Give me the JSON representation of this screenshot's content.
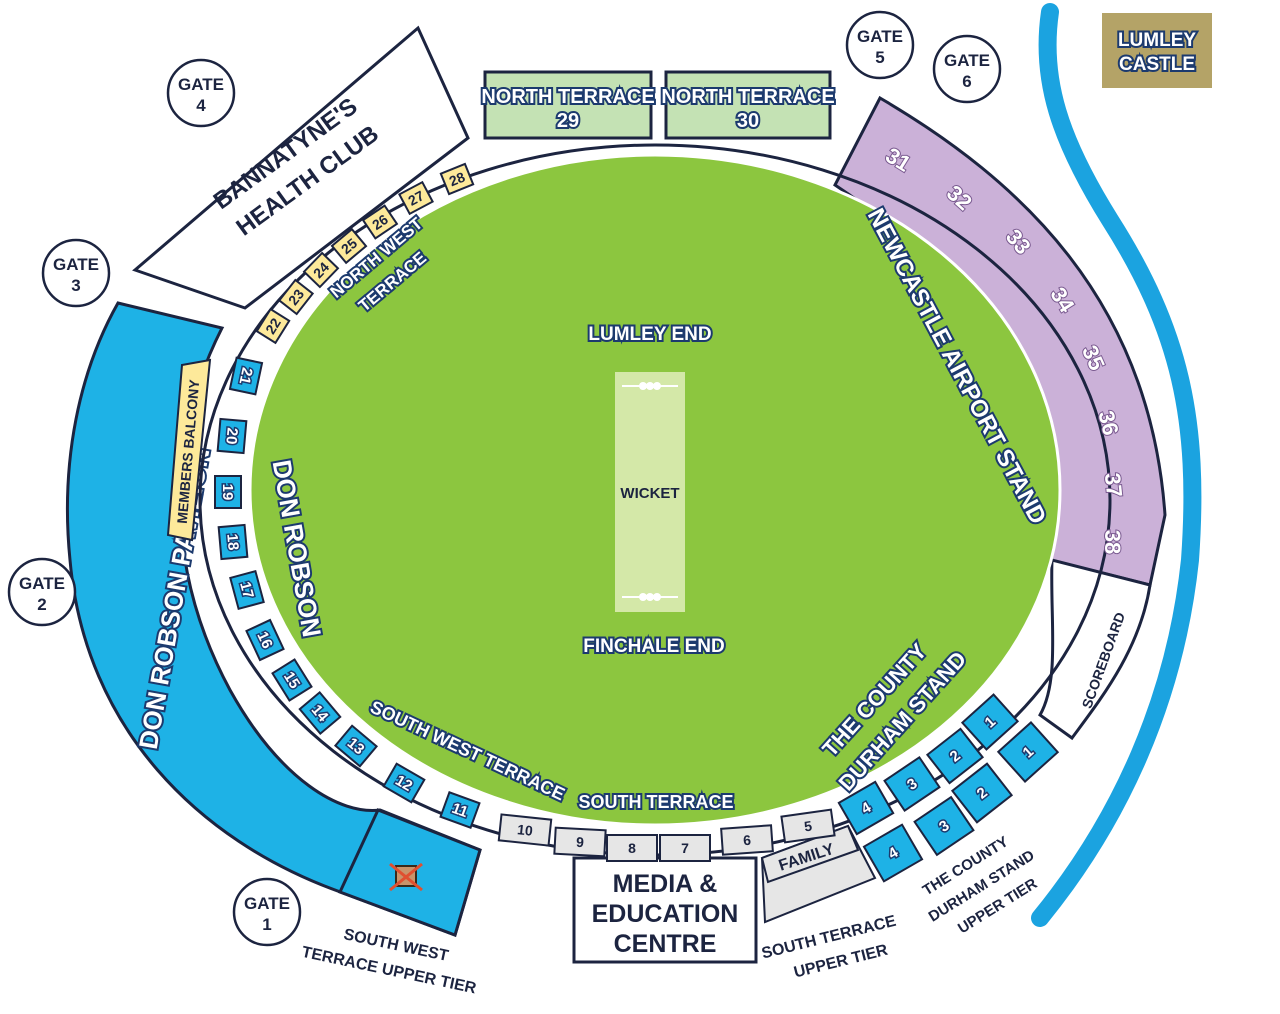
{
  "gates": [
    {
      "label": "GATE",
      "num": "1"
    },
    {
      "label": "GATE",
      "num": "2"
    },
    {
      "label": "GATE",
      "num": "3"
    },
    {
      "label": "GATE",
      "num": "4"
    },
    {
      "label": "GATE",
      "num": "5"
    },
    {
      "label": "GATE",
      "num": "6"
    }
  ],
  "landmarks": {
    "lumley_castle": [
      "LUMLEY",
      "CASTLE"
    ],
    "health_club": [
      "BANNATYNE'S",
      "HEALTH CLUB"
    ],
    "pavilion": "DON ROBSON PAVILION",
    "members_balcony": "MEMBERS BALCONY",
    "media_centre": [
      "MEDIA &",
      "EDUCATION",
      "CENTRE"
    ],
    "scoreboard": "SCOREBOARD",
    "family": "FAMILY",
    "north_terrace_29": [
      "NORTH TERRACE",
      "29"
    ],
    "north_terrace_30": [
      "NORTH TERRACE",
      "30"
    ]
  },
  "field": {
    "lumley_end": "LUMLEY END",
    "finchale_end": "FINCHALE END",
    "wicket": "WICKET",
    "don_robson": "DON ROBSON",
    "north_west_terrace": [
      "NORTH WEST",
      "TERRACE"
    ],
    "south_west_terrace": "SOUTH WEST TERRACE",
    "south_terrace": "SOUTH TERRACE",
    "county_durham_stand": [
      "THE COUNTY",
      "DURHAM STAND"
    ],
    "newcastle_airport_stand": "NEWCASTLE AIRPORT STAND"
  },
  "outer_labels": {
    "south_west_upper": [
      "SOUTH WEST",
      "TERRACE UPPER TIER"
    ],
    "south_terrace_upper": [
      "SOUTH TERRACE",
      "UPPER TIER"
    ],
    "county_durham_upper": [
      "THE COUNTY",
      "DURHAM STAND",
      "UPPER TIER"
    ]
  },
  "sections": {
    "nw_terrace": [
      "22",
      "23",
      "24",
      "25",
      "26",
      "27",
      "28"
    ],
    "pavilion_blocks": [
      "11",
      "12",
      "13",
      "14",
      "15",
      "16",
      "17",
      "18",
      "19",
      "20",
      "21"
    ],
    "south_terrace": [
      "10",
      "9",
      "8",
      "7",
      "6",
      "5"
    ],
    "county_inner": [
      "4",
      "3",
      "2",
      "1"
    ],
    "county_outer": [
      "4",
      "3",
      "2",
      "1"
    ],
    "airport": [
      "31",
      "32",
      "33",
      "34",
      "35",
      "36",
      "37",
      "38"
    ]
  },
  "colors": {
    "field": "#8cc63f",
    "wicket": "#d4e8a8",
    "pavilion": "#1eb2e6",
    "airport": "#cbb1d8",
    "north_terrace": "#c4e2b4",
    "castle": "#b4a367",
    "river": "#1ba3e0",
    "yellow": "#fde99a",
    "grey": "#e6e6e6"
  }
}
